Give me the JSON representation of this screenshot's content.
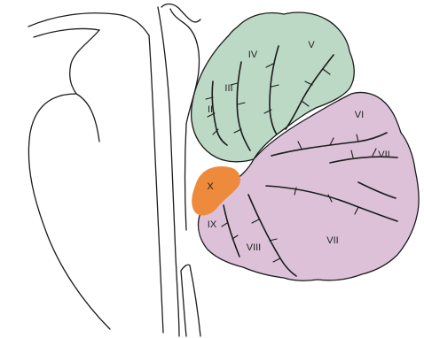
{
  "diagram": {
    "colors": {
      "anterior_lobe": "#bcd9c6",
      "posterior_lobe": "#dcc1d9",
      "flocculonodular": "#ee8a3c",
      "line": "#1b1b1b",
      "background": "#ffffff"
    },
    "labels": {
      "i": "II",
      "ii": "III",
      "iii": "IV",
      "iv": "V",
      "v": "VI",
      "vi": "VII",
      "vii": "VII",
      "viii": "VIII",
      "ix": "IX",
      "x": "X"
    }
  }
}
